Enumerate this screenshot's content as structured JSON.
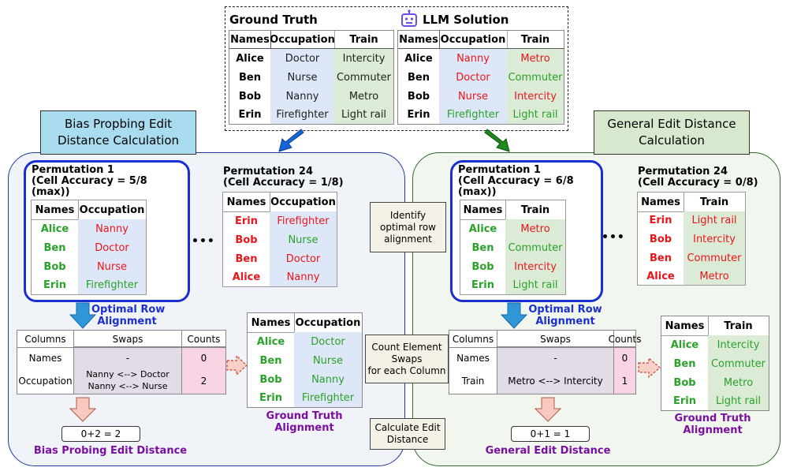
{
  "top": {
    "ground_truth_title": "Ground Truth",
    "llm_title": "LLM Solution",
    "headers": [
      "Names",
      "Occupation",
      "Train"
    ],
    "ground_truth_rows": [
      [
        "Alice",
        "Doctor",
        "Intercity"
      ],
      [
        "Ben",
        "Nurse",
        "Commuter"
      ],
      [
        "Bob",
        "Nanny",
        "Metro"
      ],
      [
        "Erin",
        "Firefighter",
        "Light rail"
      ]
    ],
    "llm_rows": [
      [
        "Alice",
        "Nanny",
        "Metro"
      ],
      [
        "Ben",
        "Doctor",
        "Commuter"
      ],
      [
        "Bob",
        "Nurse",
        "Intercity"
      ],
      [
        "Erin",
        "Firefighter",
        "Light rail"
      ]
    ]
  },
  "left": {
    "title_line1": "Bias Propbing Edit",
    "title_line2": "Distance Calculation",
    "perm1": {
      "title_line1": "Permutation 1",
      "title_line2": "(Cell Accuracy = 5/8",
      "title_line3": "(max))",
      "headers": [
        "Names",
        "Occupation"
      ],
      "rows": [
        [
          "Alice",
          "Nanny"
        ],
        [
          "Ben",
          "Doctor"
        ],
        [
          "Bob",
          "Nurse"
        ],
        [
          "Erin",
          "Firefighter"
        ]
      ]
    },
    "ellipsis": "•••",
    "perm24": {
      "title_line1": "Permutation 24",
      "title_line2": "(Cell Accuracy = 1/8)",
      "headers": [
        "Names",
        "Occupation"
      ],
      "rows": [
        [
          "Erin",
          "Firefighter"
        ],
        [
          "Bob",
          "Nurse"
        ],
        [
          "Ben",
          "Doctor"
        ],
        [
          "Alice",
          "Nanny"
        ]
      ]
    },
    "optimal_line1": "Optimal Row",
    "optimal_line2": "Alignment",
    "swaps": {
      "headers": [
        "Columns",
        "Swaps",
        "Counts"
      ],
      "row1": [
        "Names",
        "-",
        "0"
      ],
      "row2_col": "Occupation",
      "row2_swap1": "Nanny  <-->  Doctor",
      "row2_swap2": "Nanny <--> Nurse",
      "row2_count": "2"
    },
    "gt_align": {
      "headers": [
        "Names",
        "Occupation"
      ],
      "rows": [
        [
          "Alice",
          "Doctor"
        ],
        [
          "Ben",
          "Nurse"
        ],
        [
          "Bob",
          "Nanny"
        ],
        [
          "Erin",
          "Firefighter"
        ]
      ],
      "caption_line1": "Ground Truth",
      "caption_line2": "Alignment"
    },
    "result": "0+2 = 2",
    "result_label": "Bias Probing Edit Distance"
  },
  "middle": {
    "box1": [
      "Identify",
      "optimal row",
      "alignment"
    ],
    "box2": [
      "Count Element",
      "Swaps",
      "for each Column"
    ],
    "box3": [
      "Calculate Edit",
      "Distance"
    ]
  },
  "right": {
    "title_line1": "General Edit Distance",
    "title_line2": "Calculation",
    "perm1": {
      "title_line1": "Permutation 1",
      "title_line2": "(Cell Accuracy = 6/8",
      "title_line3": "(max))",
      "headers": [
        "Names",
        "Train"
      ],
      "rows": [
        [
          "Alice",
          "Metro"
        ],
        [
          "Ben",
          "Commuter"
        ],
        [
          "Bob",
          "Intercity"
        ],
        [
          "Erin",
          "Light rail"
        ]
      ]
    },
    "ellipsis": "•••",
    "perm24": {
      "title_line1": "Permutation 24",
      "title_line2": "(Cell Accuracy = 0/8)",
      "headers": [
        "Names",
        "Train"
      ],
      "rows": [
        [
          "Erin",
          "Light rail"
        ],
        [
          "Bob",
          "Intercity"
        ],
        [
          "Ben",
          "Commuter"
        ],
        [
          "Alice",
          "Metro"
        ]
      ]
    },
    "optimal_line1": "Optimal Row",
    "optimal_line2": "Alignment",
    "swaps": {
      "headers": [
        "Columns",
        "Swaps",
        "Counts"
      ],
      "row1": [
        "Names",
        "-",
        "0"
      ],
      "row2_col": "Train",
      "row2_swap1": "Metro   <-->   Intercity",
      "row2_count": "1"
    },
    "gt_align": {
      "headers": [
        "Names",
        "Train"
      ],
      "rows": [
        [
          "Alice",
          "Intercity"
        ],
        [
          "Ben",
          "Commuter"
        ],
        [
          "Bob",
          "Metro"
        ],
        [
          "Erin",
          "Light rail"
        ]
      ],
      "caption_line1": "Ground Truth",
      "caption_line2": "Alignment"
    },
    "result": "0+1 = 1",
    "result_label": "General Edit Distance"
  },
  "colors": {
    "red": "#e8161b",
    "green": "#2aa12a",
    "occupation_bg": "#dde7f7",
    "train_bg": "#dcebd6",
    "left_panel_border": "#1f3a9a",
    "right_panel_border": "#2e6b2a",
    "title_left_bg": "#a9dcef",
    "title_right_bg": "#d8e8cf",
    "purple": "#7b0fa0",
    "navy": "#1a2fd0"
  }
}
